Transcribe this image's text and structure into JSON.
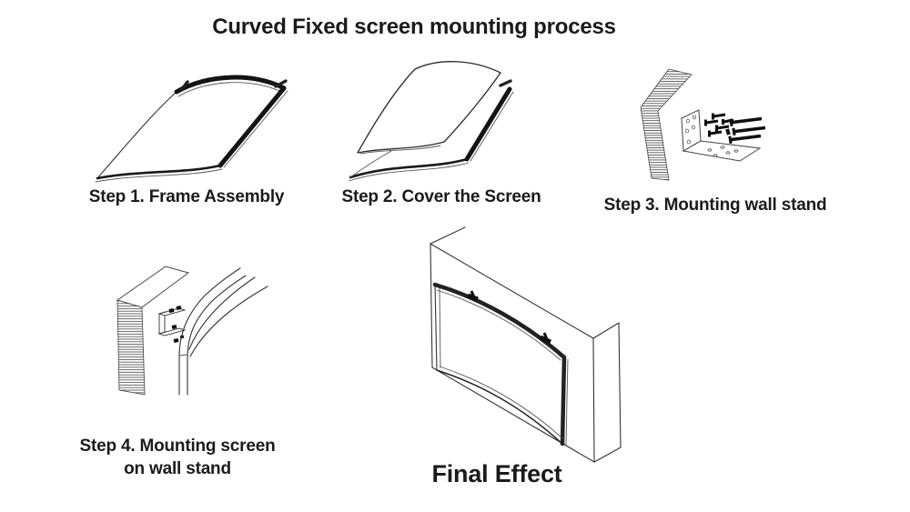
{
  "header": {
    "title": "Curved Fixed screen mounting process"
  },
  "steps": [
    {
      "label": "Step 1. Frame Assembly",
      "illustration": "curved-frame"
    },
    {
      "label": "Step 2. Cover the Screen",
      "illustration": "curved-frame-with-screen-sheet"
    },
    {
      "label": "Step 3. Mounting wall stand",
      "illustration": "wall-edge-bracket-and-screws"
    },
    {
      "label_line1": "Step 4. Mounting  screen",
      "label_line2": "on wall stand",
      "illustration": "screen-edge-on-wall-bracket"
    }
  ],
  "final_effect": {
    "label": "Final Effect",
    "illustration": "curved-screen-mounted-on-wall"
  },
  "colors": {
    "background": "#ffffff",
    "line": "#1a1a1a",
    "text": "#1b1b1b"
  }
}
